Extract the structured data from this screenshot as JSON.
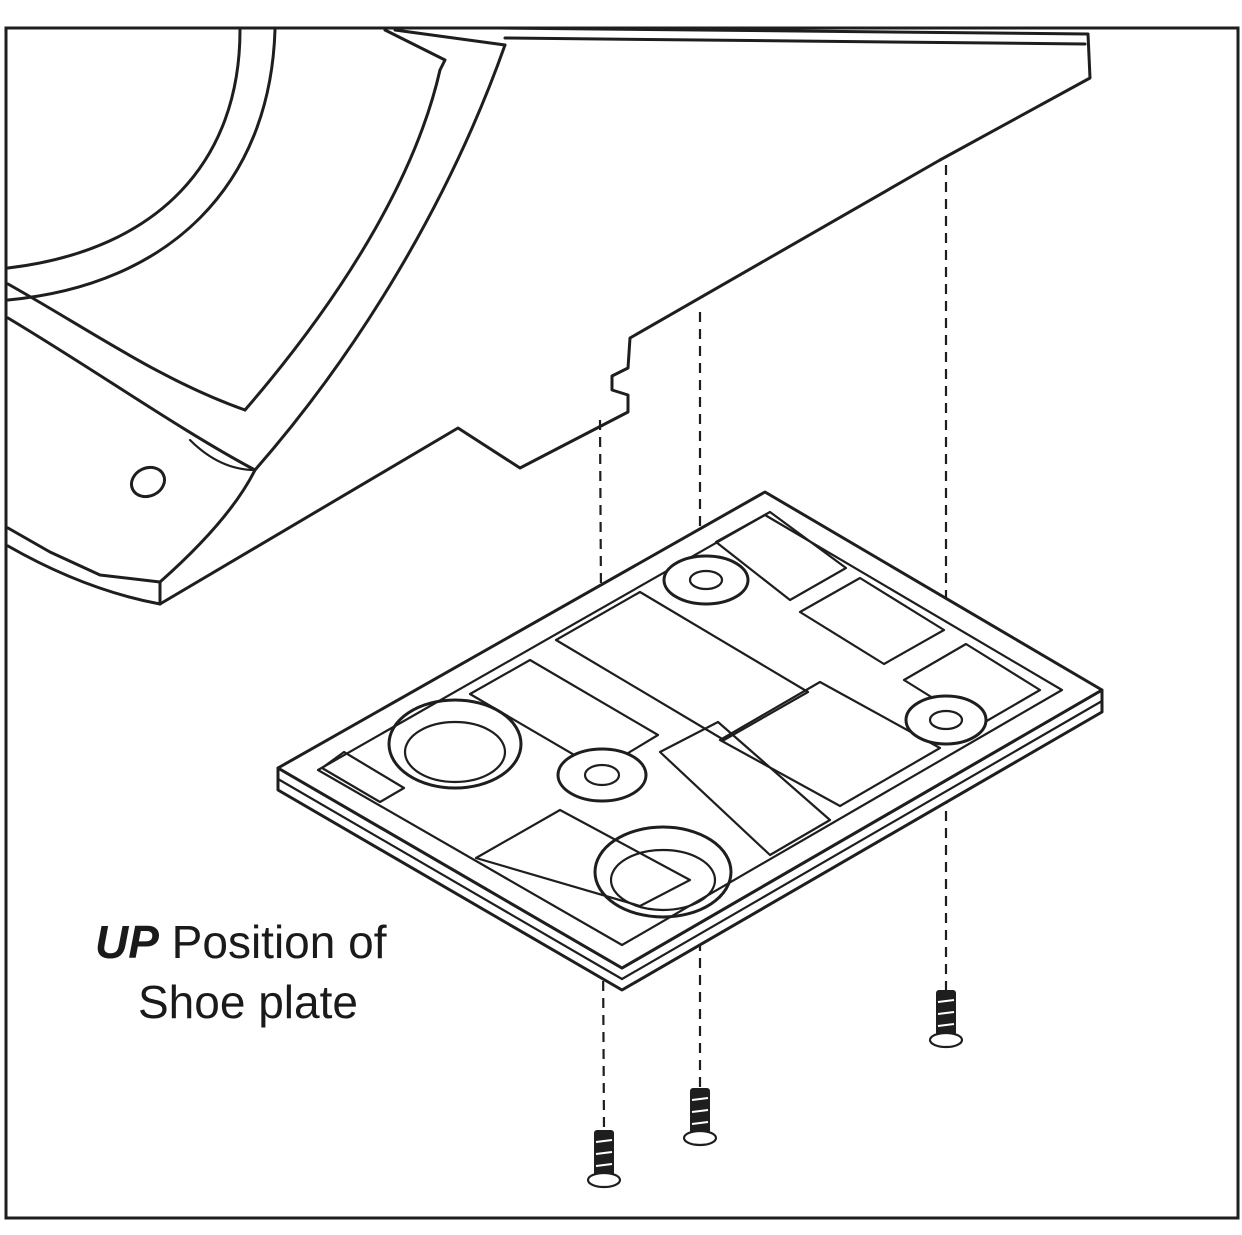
{
  "caption": {
    "emphasis": "UP",
    "line1_rest": " Position of",
    "line2": "Shoe plate"
  },
  "colors": {
    "line": "#1e1e1e",
    "background": "#ffffff"
  },
  "icons": {
    "screw": "screw-icon"
  }
}
